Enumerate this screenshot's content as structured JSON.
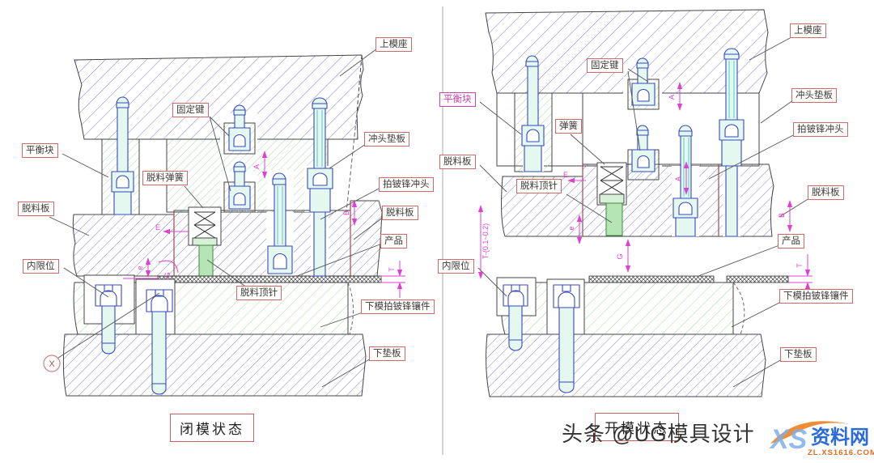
{
  "parts": {
    "upper_mold_base": "上模座",
    "fixing_key": "固定键",
    "punch_backing_plate": "冲头垫板",
    "balance_block": "平衡块",
    "stripper_spring": "脱料弹簧",
    "spring": "弹簧",
    "flash_punch": "拍铍锋冲头",
    "stripper_plate": "脱料板",
    "product": "产品",
    "inner_limit": "内限位",
    "stripper_pin": "脱料顶针",
    "lower_flash_insert": "下模拍铍锋镶件",
    "lower_backing_plate": "下垫板"
  },
  "captions": {
    "left": "闭模状态",
    "right": "开模状态"
  },
  "detail_mark": "X",
  "dimensions": {
    "a": "A",
    "b": "B",
    "e_upper": "E",
    "e_lower": "e",
    "g": "G",
    "t": "T",
    "t_tol": "T-(0.1~0.2)"
  },
  "watermark": {
    "text": "头条 @UG模具设计",
    "logo_name": "资料网",
    "logo_xs": "XS",
    "logo_domain": "ZL.XS1616.COM"
  },
  "colors": {
    "hatch_blue": "#8080c8",
    "hatch_green": "#a8d6a8",
    "screw_outline": "#3548c0",
    "screw_fill": "#e4f8f0",
    "dim_magenta": "#e040d0",
    "label_border": "#d06a6a",
    "logo_blue": "#2b6bd8",
    "logo_orange": "#f08020"
  }
}
